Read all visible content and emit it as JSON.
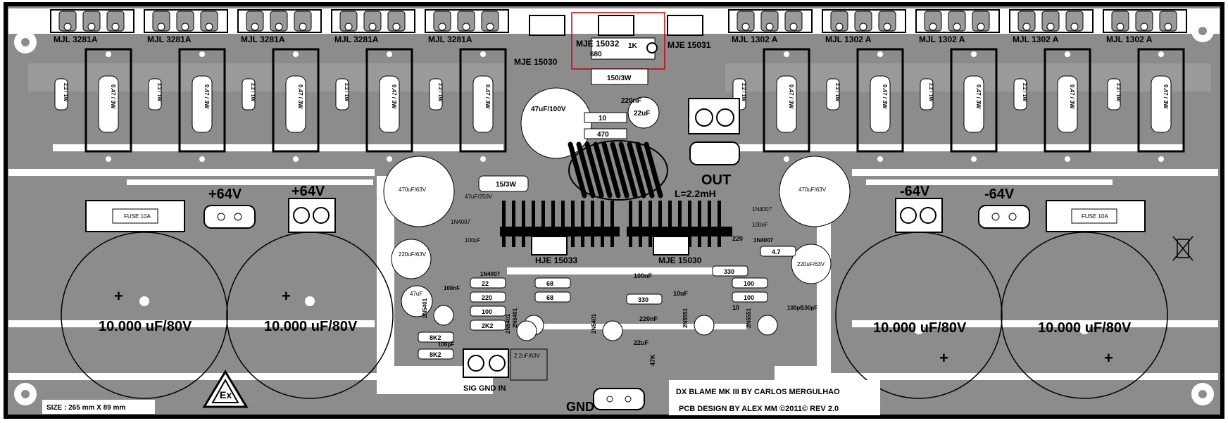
{
  "board": {
    "transistors_left": [
      "MJL 3281A",
      "MJL 3281A",
      "MJL 3281A",
      "MJL 3281A",
      "MJL 3281A"
    ],
    "transistors_right": [
      "MJL 1302 A",
      "MJL 1302 A",
      "MJL 1302 A",
      "MJL 1302 A",
      "MJL 1302 A"
    ],
    "drivers_top": [
      "MJE 15030",
      "MJE 15032",
      "MJE 15031"
    ],
    "drivers_mid": [
      "HJE 15033",
      "MJE 15030"
    ],
    "emitter_resistor": "0.47 / 3W",
    "base_resistor": "2.2 / 1W",
    "rails": {
      "pos_a": "+64V",
      "pos_b": "+64V",
      "neg_a": "-64V",
      "neg_b": "-64V"
    },
    "fuses": {
      "left": "FUSE 10A",
      "right": "FUSE 10A"
    },
    "big_caps": [
      "10.000 uF/80V",
      "10.000 uF/80V",
      "10.000 uF/80V",
      "10.000 uF/80V"
    ],
    "cap_polarity": {
      "pos": "+"
    },
    "out_label": "OUT",
    "inductor_label": "L=2.2mH",
    "gnd_label": "GND",
    "sig_label": "SIG GND  IN",
    "title_line1": "DX BLAME MK III  BY  CARLOS MERGULHAO",
    "title_line2": "PCB DESIGN BY ALEX MM ©2011© REV 2.0",
    "size_label": "SIZE : 265 mm X 89 mm",
    "small_parts": {
      "r_15_3w": "15/3W",
      "r_150_3w": "150/3W",
      "c_47_100v": "47uF/100V",
      "c_470_63v_l": "470uF/63V",
      "c_470_63v_r": "470uF/63V",
      "c_220_63v_l": "220uF/63V",
      "c_220_63v_r": "220uF/63V",
      "c_47_250v": "47uF/250V",
      "c_22_63v": "2.2uF/63V",
      "c_47uf": "47uF",
      "c_100pf": "100pF",
      "c_100nf": "100nF",
      "c_10uf": "10uF",
      "c_220nf": "220nF",
      "c_22uf": "22uF",
      "d_1n4007": "1N4007",
      "r_680": "680",
      "r_1k": "1K",
      "r_2k2": "2K2",
      "r_22": "22",
      "r_10": "10",
      "r_470": "470",
      "r_4r7": "4.7",
      "r_220": "220",
      "r_68": "68",
      "r_330": "330",
      "r_100": "100",
      "r_8k2": "8K2",
      "r_47k": "47K",
      "q_2n5401": "2N5401",
      "q_2n5551": "2N5551"
    }
  }
}
